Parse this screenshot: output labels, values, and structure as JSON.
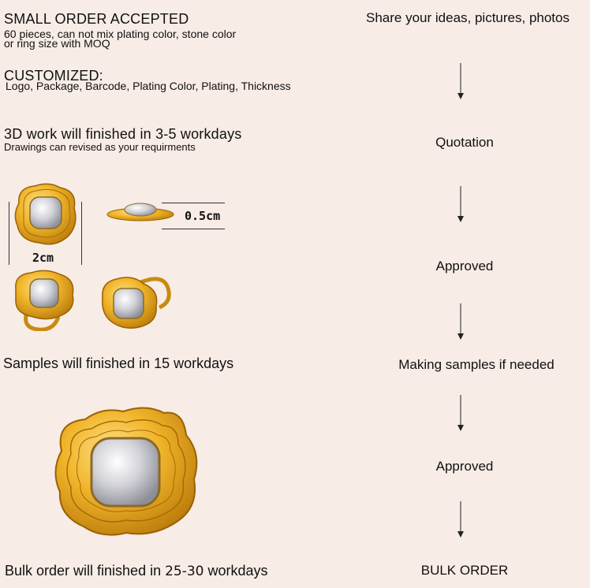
{
  "left": {
    "small_order_title": "SMALL ORDER ACCEPTED",
    "small_order_line1": "60 pieces, can not mix plating color, stone color",
    "small_order_line2": "or  ring size with MOQ",
    "customized_title": "CUSTOMIZED:",
    "customized_line": "Logo, Package, Barcode, Plating Color, Plating, Thickness",
    "work_title": "3D work will finished in 3-5 workdays",
    "work_line": "Drawings can revised as your requirments",
    "samples_text": "Samples will finished in 15 workdays",
    "bulk_prefix": "Bulk order will finished in ",
    "bulk_days": "25-30",
    "bulk_suffix": " workdays"
  },
  "dimensions": {
    "width_label": "2cm",
    "thickness_label": "0.5cm"
  },
  "process": {
    "steps": [
      "Share your ideas, pictures, photos",
      "Quotation",
      "Approved",
      "Making samples if needed",
      "Approved",
      "BULK ORDER"
    ]
  },
  "colors": {
    "background": "#f7ece6",
    "gold": "#e4a31c",
    "pearl": "#c9c9cf"
  }
}
